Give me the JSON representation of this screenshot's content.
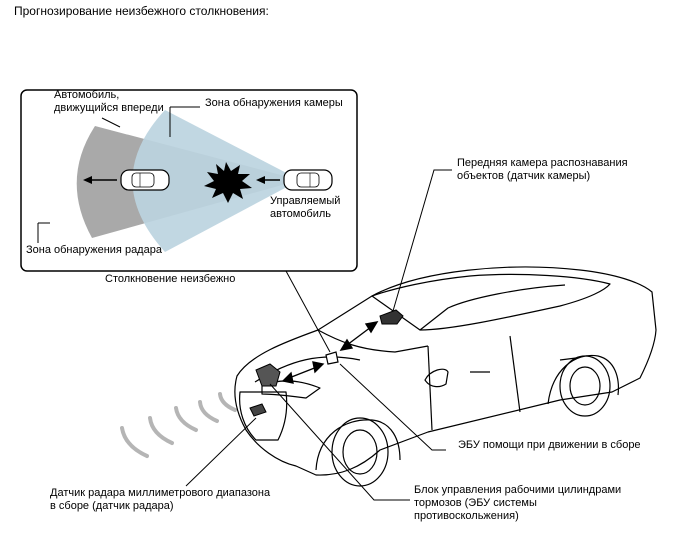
{
  "title": "Прогнозирование неизбежного столкновения:",
  "inset": {
    "vehicle_ahead_line1": "Автомобиль,",
    "vehicle_ahead_line2": "движущийся впереди",
    "camera_zone": "Зона обнаружения камеры",
    "radar_zone": "Зона обнаружения радара",
    "own_vehicle_line1": "Управляемый",
    "own_vehicle_line2": "автомобиль",
    "caption": "Столкновение неизбежно"
  },
  "labels": {
    "camera_sensor_line1": "Передняя камера распознавания",
    "camera_sensor_line2": "объектов (датчик камеры)",
    "driving_support_ecu": "ЭБУ помощи при движении в сборе",
    "brake_actuator_line1": "Блок управления рабочими цилиндрами",
    "brake_actuator_line2": "тормозов (ЭБУ системы",
    "brake_actuator_line3": "противоскольжения)",
    "radar_sensor_line1": "Датчик радара миллиметрового диапазона",
    "radar_sensor_line2": "в сборе (датчик радара)"
  },
  "colors": {
    "radar_zone": "#a9a9a9",
    "camera_zone": "#bcd4df",
    "line": "#000000",
    "collision_burst": "#000000"
  }
}
